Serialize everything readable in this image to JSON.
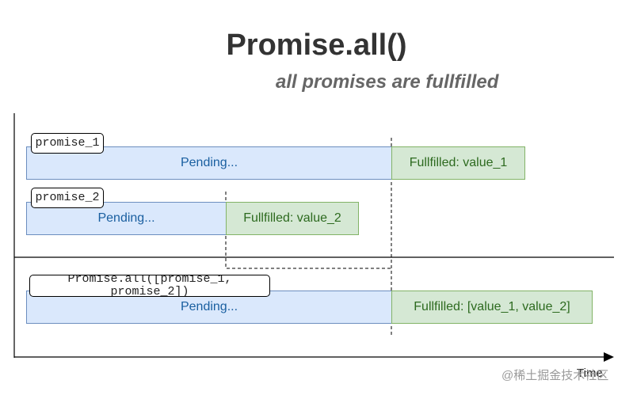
{
  "title": "Promise.all()",
  "subtitle": "all promises are fullfilled",
  "rows": {
    "promise_1": {
      "tag": "promise_1",
      "pending": "Pending...",
      "fulfilled": "Fullfilled: value_1"
    },
    "promise_2": {
      "tag": "promise_2",
      "pending": "Pending...",
      "fulfilled": "Fullfilled: value_2"
    },
    "all": {
      "tag": "Promise.all([promise_1, promise_2])",
      "pending": "Pending...",
      "fulfilled": "Fullfilled: [value_1, value_2]"
    }
  },
  "axis": {
    "label": "Time"
  },
  "watermark": "@稀土掘金技术社区",
  "colors": {
    "pending_fill": "#dae8fc",
    "pending_border": "#6c8ebf",
    "fulfilled_fill": "#d5e8d4",
    "fulfilled_border": "#82b366"
  }
}
